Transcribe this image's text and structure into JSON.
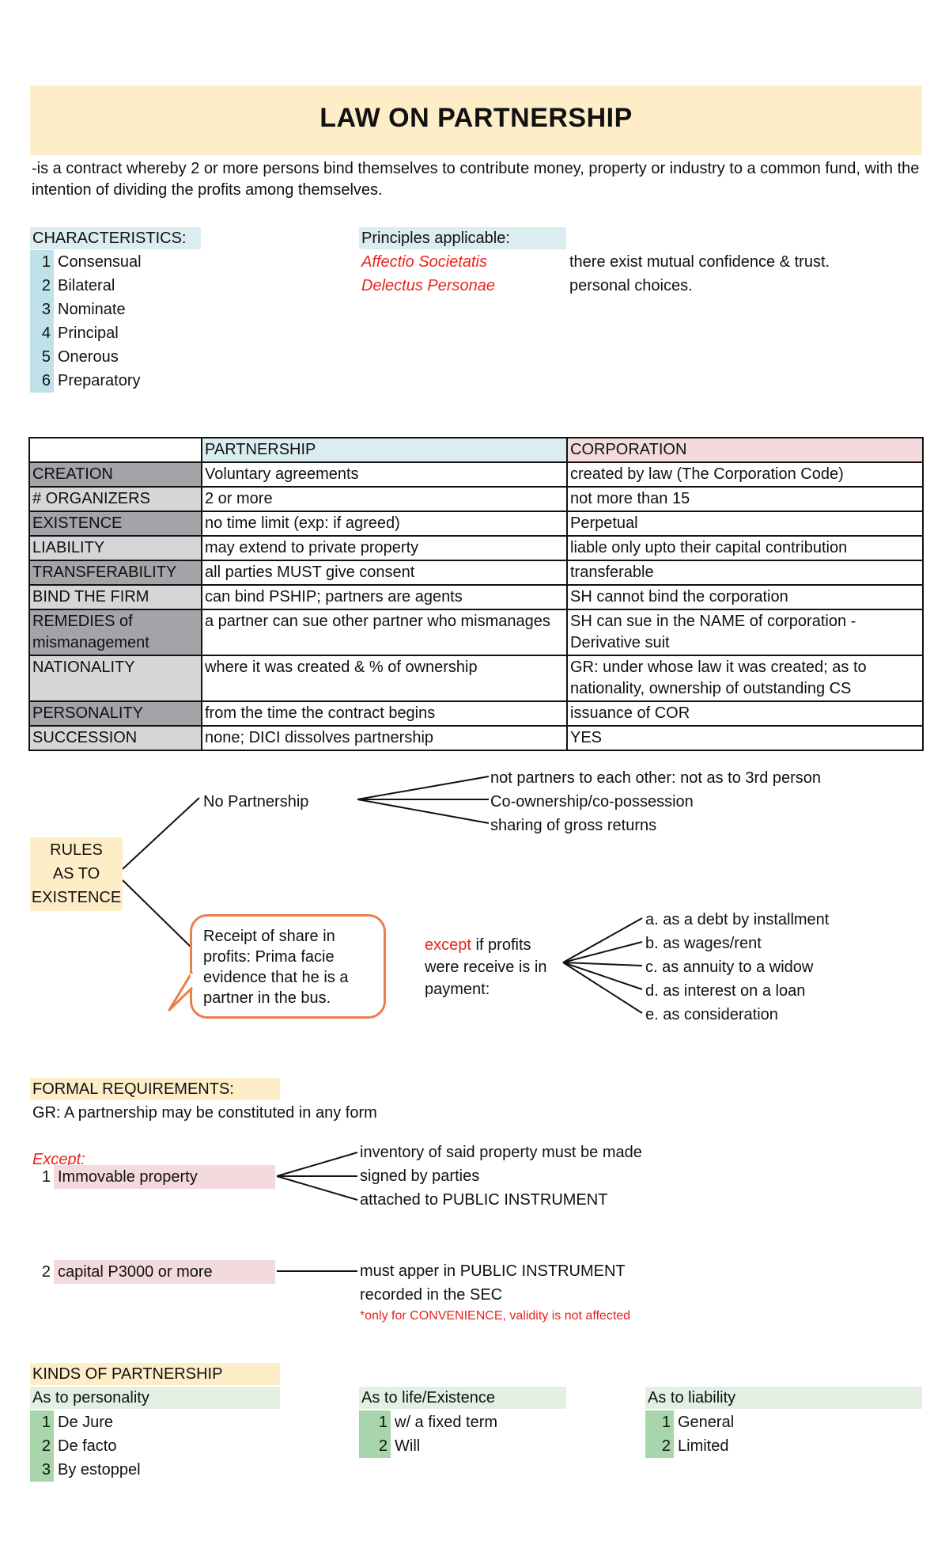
{
  "title": "LAW ON PARTNERSHIP",
  "definition": "-is a contract whereby 2 or more persons bind themselves to contribute money, property or industry to a common fund, with the intention of dividing the profits among themselves.",
  "characteristics": {
    "header": "CHARACTERISTICS:",
    "items": [
      {
        "n": "1",
        "label": "Consensual"
      },
      {
        "n": "2",
        "label": "Bilateral"
      },
      {
        "n": "3",
        "label": "Nominate"
      },
      {
        "n": "4",
        "label": "Principal"
      },
      {
        "n": "5",
        "label": "Onerous"
      },
      {
        "n": "6",
        "label": "Preparatory"
      }
    ]
  },
  "principles": {
    "header": "Principles applicable:",
    "items": [
      {
        "term": "Affectio Societatis",
        "meaning": "there exist mutual confidence & trust."
      },
      {
        "term": "Delectus Personae",
        "meaning": "personal choices."
      }
    ]
  },
  "comparison": {
    "col_partnership": "PARTNERSHIP",
    "col_corporation": "CORPORATION",
    "rows": [
      {
        "key": "CREATION",
        "p": "Voluntary agreements",
        "c": "created by law (The Corporation Code)"
      },
      {
        "key": "# ORGANIZERS",
        "p": "2 or more",
        "c": "not more than 15"
      },
      {
        "key": "EXISTENCE",
        "p": "no time limit (exp: if agreed)",
        "c": "Perpetual"
      },
      {
        "key": "LIABILITY",
        "p": "may extend to private property",
        "c": "liable only upto their capital contribution"
      },
      {
        "key": "TRANSFERABILITY",
        "p": "all parties MUST give consent",
        "c": "transferable"
      },
      {
        "key": "BIND THE FIRM",
        "p": "can bind PSHIP; partners are agents",
        "c": "SH cannot bind the corporation"
      },
      {
        "key": "REMEDIES of mismanagement",
        "p": "a partner can sue other partner who mismanages",
        "c": "SH can sue in the NAME of corporation -Derivative suit"
      },
      {
        "key": "NATIONALITY",
        "p": "where it was created & % of ownership",
        "c": "GR: under whose law it was created; as to nationality, ownership of outstanding CS"
      },
      {
        "key": "PERSONALITY",
        "p": "from the time the contract begins",
        "c": "issuance of COR"
      },
      {
        "key": "SUCCESSION",
        "p": "none; DICI dissolves partnership",
        "c": "YES"
      }
    ]
  },
  "rules": {
    "label_lines": [
      "RULES",
      "AS TO",
      "EXISTENCE"
    ],
    "no_partnership": "No Partnership",
    "no_partnership_items": [
      "not partners to each other: not as to 3rd person",
      "Co-ownership/co-possession",
      "sharing of gross returns"
    ],
    "bubble": "Receipt of share in profits: Prima facie evidence that he is a partner in the bus.",
    "except_word": "except",
    "except_rest": " if profits were receive is in payment:",
    "except_items": [
      "a. as a debt by installment",
      "b. as wages/rent",
      "c. as annuity to a widow",
      "d. as interest on a loan",
      "e. as consideration"
    ]
  },
  "formal": {
    "header": "FORMAL REQUIREMENTS:",
    "gr": "GR: A partnership may be constituted in any form",
    "except": "Except:",
    "item1": {
      "n": "1",
      "label": "Immovable property",
      "branches": [
        "inventory of said property must be made",
        "signed by parties",
        "attached to PUBLIC INSTRUMENT"
      ]
    },
    "item2": {
      "n": "2",
      "label": "capital P3000 or more",
      "branches": [
        "must apper in PUBLIC INSTRUMENT",
        "recorded in the SEC"
      ],
      "note": "*only for CONVENIENCE, validity is not affected"
    }
  },
  "kinds": {
    "header": "KINDS OF PARTNERSHIP",
    "groups": [
      {
        "header": "As to personality",
        "items": [
          {
            "n": "1",
            "label": "De Jure"
          },
          {
            "n": "2",
            "label": "De facto"
          },
          {
            "n": "3",
            "label": "By estoppel"
          }
        ]
      },
      {
        "header": "As to life/Existence",
        "items": [
          {
            "n": "1",
            "label": "w/ a fixed term"
          },
          {
            "n": "2",
            "label": "Will"
          }
        ]
      },
      {
        "header": "As to liability",
        "items": [
          {
            "n": "1",
            "label": "General"
          },
          {
            "n": "2",
            "label": "Limited"
          }
        ]
      }
    ]
  }
}
